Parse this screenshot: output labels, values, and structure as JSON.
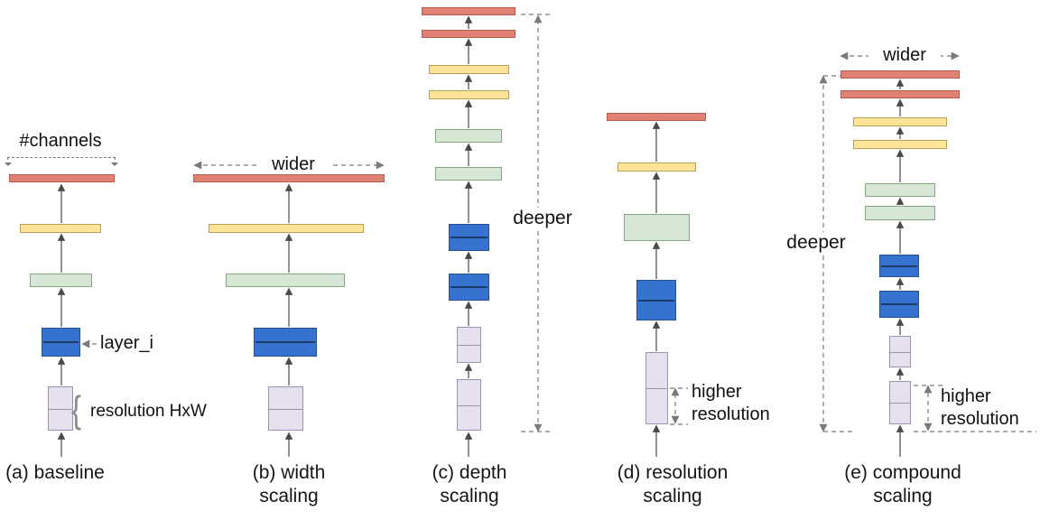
{
  "labels": {
    "channels": "#channels",
    "layer": "layer_i",
    "resolution_hw": "resolution HxW",
    "brace": "{",
    "wider_b": "wider",
    "deeper_c": "deeper",
    "wider_e": "wider",
    "deeper_e": "deeper",
    "higher_d": [
      "higher",
      "resolution"
    ],
    "higher_e": [
      "higher",
      "resolution"
    ]
  },
  "captions": {
    "a": [
      "(a) baseline"
    ],
    "b": [
      "(b) width",
      "scaling"
    ],
    "c": [
      "(c) depth",
      "scaling"
    ],
    "d": [
      "(d) resolution",
      "scaling"
    ],
    "e": [
      "(e) compound",
      "scaling"
    ]
  },
  "colors": {
    "salmon_fill": "#df8273",
    "salmon_border": "#b85b50",
    "yellow_fill": "#ffe498",
    "yellow_border": "#b5a157",
    "green_fill": "#d6e8d5",
    "green_border": "#86a77f",
    "blue_fill": "#3672cf",
    "blue_border": "#24508f",
    "blue_line": "#1b3a66",
    "lavender_fill": "#e6e0f0",
    "lavender_border": "#9b93aa",
    "arrow": "#4a4a4a",
    "dash": "#7a7a7a",
    "text": "#111111"
  }
}
